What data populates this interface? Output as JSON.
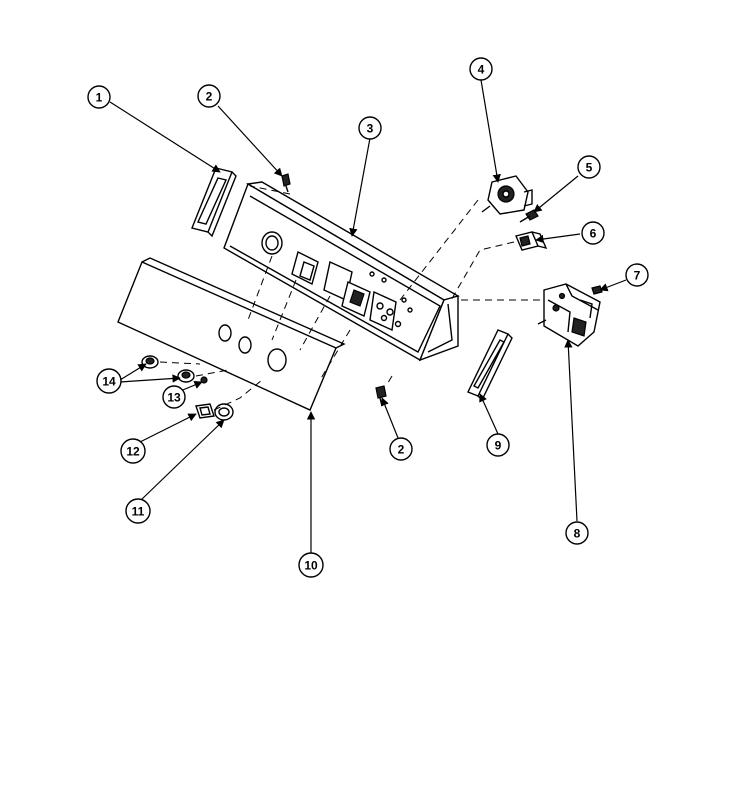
{
  "callouts": [
    {
      "label": "1"
    },
    {
      "label": "2"
    },
    {
      "label": "3"
    },
    {
      "label": "4"
    },
    {
      "label": "5"
    },
    {
      "label": "6"
    },
    {
      "label": "7"
    },
    {
      "label": "8"
    },
    {
      "label": "9"
    },
    {
      "label": "10"
    },
    {
      "label": "11"
    },
    {
      "label": "12"
    },
    {
      "label": "13"
    },
    {
      "label": "14"
    },
    {
      "label": "2"
    }
  ]
}
